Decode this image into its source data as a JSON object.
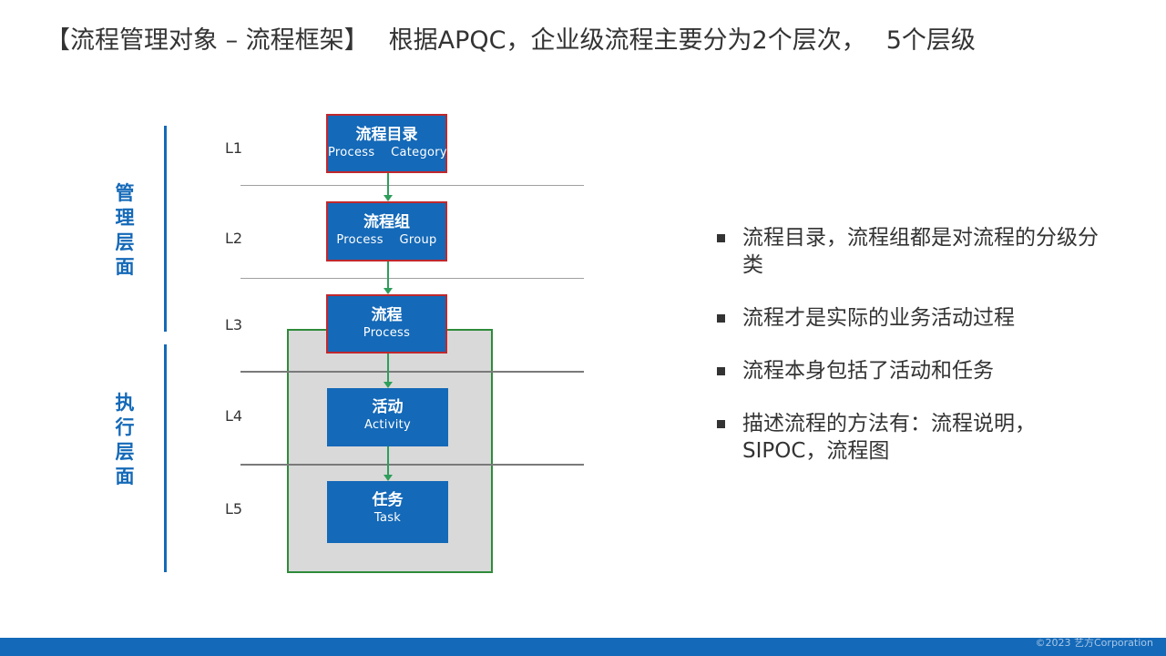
{
  "title": {
    "left": "【流程管理对象 – 流程框架】",
    "right": "根据APQC，企业级流程主要分为2个层次，",
    "right2": "5个层级"
  },
  "side_labels": {
    "management": [
      "管",
      "理",
      "层",
      "面"
    ],
    "execution": [
      "执",
      "行",
      "层",
      "面"
    ]
  },
  "levels": [
    "L1",
    "L2",
    "L3",
    "L4",
    "L5"
  ],
  "nodes": [
    {
      "zh": "流程目录",
      "en": "Process    Category"
    },
    {
      "zh": "流程组",
      "en": "Process    Group"
    },
    {
      "zh": "流程",
      "en": "Process"
    },
    {
      "zh": "活动",
      "en": "Activity"
    },
    {
      "zh": "任务",
      "en": "Task"
    }
  ],
  "bullets": [
    "流程目录，流程组都是对流程的分级分类",
    "流程才是实际的业务活动过程",
    "流程本身包括了活动和任务",
    "描述流程的方法有：流程说明，  SIPOC，流程图"
  ],
  "footer": {
    "copyright": "©2023 艺方Corporation"
  },
  "colors": {
    "brand_blue": "#1469b8",
    "node_border_red": "#c0282d",
    "exec_border_green": "#2e8b3a",
    "connector_green": "#2e9e5b",
    "exec_bg_gray": "#d9d9d9"
  }
}
